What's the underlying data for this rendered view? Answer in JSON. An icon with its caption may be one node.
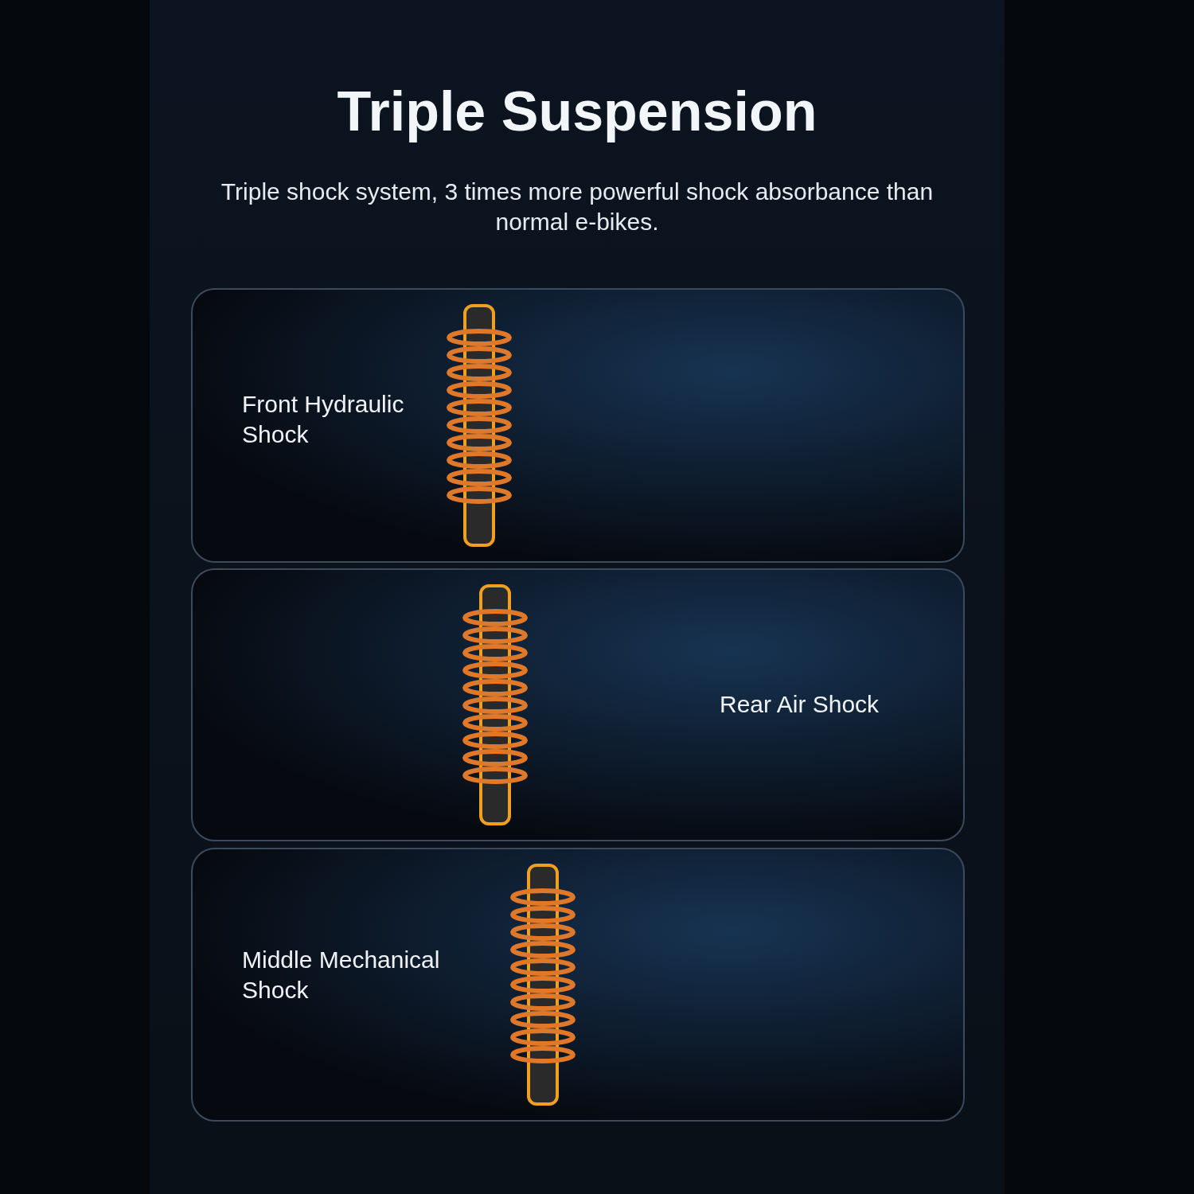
{
  "diagram": {
    "title": "Triple Suspension",
    "nodes": [
      {
        "text": [
          "Front Hydraulic Shock"
        ]
      },
      {
        "text": [
          "Rear Air Shock"
        ]
      },
      {
        "text": [
          "Middle Mechanical Shock"
        ]
      }
    ],
    "labels": [
      "Triple shock system, 3 times more powerful shock absorbance than normal e-bikes."
    ]
  }
}
